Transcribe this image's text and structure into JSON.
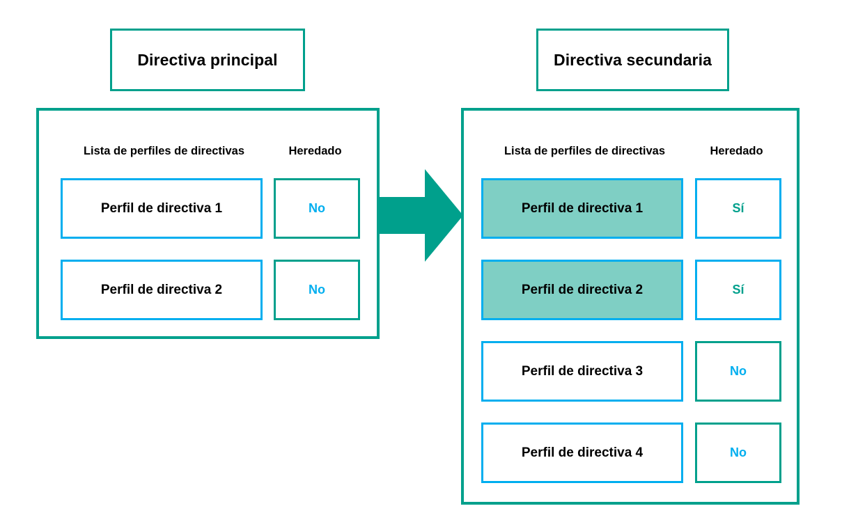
{
  "diagram": {
    "arrow": {
      "name": "inheritance-flow-arrow",
      "color": "#00A08C",
      "direction": "right"
    },
    "colors": {
      "panel_border": "#00A08C",
      "profile_border": "#00AEEF",
      "highlight_fill": "#7FCFC4",
      "yes_text": "#00A08C",
      "no_text": "#00AEEF",
      "background": "#FFFFFF"
    }
  },
  "primary": {
    "title": "Directiva principal",
    "headers": {
      "profiles": "Lista de perfiles de directivas",
      "inherited": "Heredado"
    },
    "rows": [
      {
        "profile": "Perfil de directiva 1",
        "inherited": "No",
        "highlighted": false
      },
      {
        "profile": "Perfil de directiva 2",
        "inherited": "No",
        "highlighted": false
      }
    ]
  },
  "secondary": {
    "title": "Directiva secundaria",
    "headers": {
      "profiles": "Lista de perfiles de directivas",
      "inherited": "Heredado"
    },
    "rows": [
      {
        "profile": "Perfil de directiva 1",
        "inherited": "Sí",
        "highlighted": true
      },
      {
        "profile": "Perfil de directiva 2",
        "inherited": "Sí",
        "highlighted": true
      },
      {
        "profile": "Perfil de directiva 3",
        "inherited": "No",
        "highlighted": false
      },
      {
        "profile": "Perfil de directiva 4",
        "inherited": "No",
        "highlighted": false
      }
    ]
  }
}
